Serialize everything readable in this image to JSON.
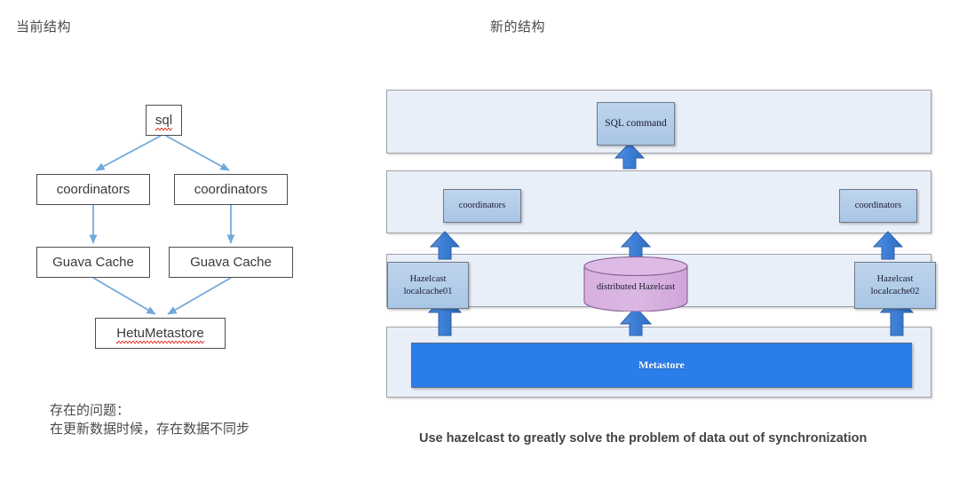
{
  "titles": {
    "left": "当前结构",
    "right": "新的结构"
  },
  "current_structure": {
    "nodes": {
      "sql": "sql",
      "coordinator_left": "coordinators",
      "coordinator_right": "coordinators",
      "cache_left": "Guava Cache",
      "cache_right": "Guava Cache",
      "metastore": "HetuMetastore"
    },
    "edges": [
      "sql -> coordinators (left)",
      "sql -> coordinators (right)",
      "coordinators (left) -> Guava Cache (left)",
      "coordinators (right) -> Guava Cache (right)",
      "Guava Cache (left) -> HetuMetastore",
      "Guava Cache (right) -> HetuMetastore"
    ],
    "caption": "存在的问题：\n在更新数据时候，存在数据不同步"
  },
  "new_structure": {
    "bands": [
      {
        "name": "sql-band"
      },
      {
        "name": "coordinator-band"
      },
      {
        "name": "cache-band"
      },
      {
        "name": "metastore-band"
      }
    ],
    "nodes": {
      "sql_command": "SQL command",
      "coordinator_left": "coordinators",
      "coordinator_right": "coordinators",
      "hazelcast_local_01_line1": "Hazelcast",
      "hazelcast_local_01_line2": "localcache01",
      "hazelcast_local_02_line1": "Hazelcast",
      "hazelcast_local_02_line2": "localcache02",
      "distributed_hazelcast": "distributed Hazelcast",
      "metastore": "Metastore"
    },
    "caption": "Use hazelcast to greatly solve the problem of data out of synchronization"
  },
  "colors": {
    "band_fill": "#e9eff8",
    "band_border": "#9fa3a8",
    "node_fill": "#b4cee9",
    "node_border": "#6f7b8c",
    "cylinder_fill": "#d9b3e0",
    "cylinder_border": "#8a5f94",
    "metastore_fill": "#2b7de9",
    "arrow_fill": "#3d7fd6",
    "arrow_border": "#2b5fa8",
    "left_line": "#6fa8dc",
    "left_box_border": "#4d4d4d",
    "spellcheck_underline": "#e8392f",
    "text": "#4a4a4a"
  }
}
